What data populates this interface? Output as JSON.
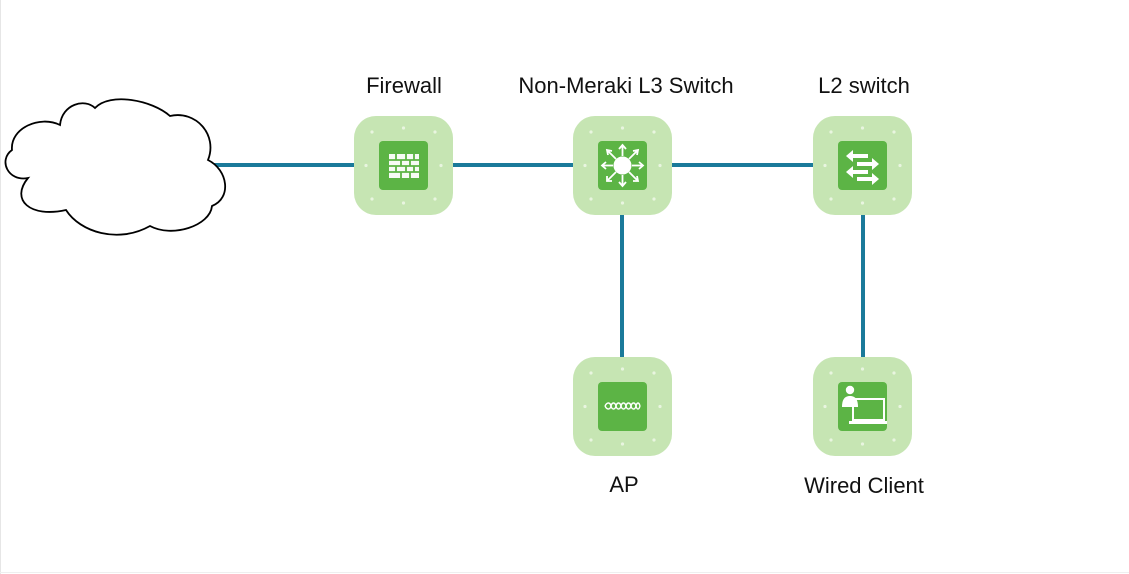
{
  "diagram": {
    "nodes": [
      {
        "id": "internet",
        "label": "",
        "icon": "cloud-icon"
      },
      {
        "id": "firewall",
        "label": "Firewall",
        "icon": "firewall-icon"
      },
      {
        "id": "l3",
        "label": "Non-Meraki L3 Switch",
        "icon": "l3-switch-icon"
      },
      {
        "id": "l2",
        "label": "L2 switch",
        "icon": "l2-switch-icon"
      },
      {
        "id": "ap",
        "label": "AP",
        "icon": "access-point-icon"
      },
      {
        "id": "wired",
        "label": "Wired Client",
        "icon": "wired-client-icon"
      }
    ],
    "links": [
      {
        "from": "internet",
        "to": "firewall"
      },
      {
        "from": "firewall",
        "to": "l3"
      },
      {
        "from": "l3",
        "to": "l2"
      },
      {
        "from": "l3",
        "to": "ap"
      },
      {
        "from": "l2",
        "to": "wired"
      }
    ],
    "colors": {
      "link": "#1a7a9a",
      "tile_bg": "#c6e5b3",
      "tile_inner": "#5cb445",
      "icon_fg": "#ffffff",
      "cloud_stroke": "#000000",
      "label": "#111111"
    }
  }
}
